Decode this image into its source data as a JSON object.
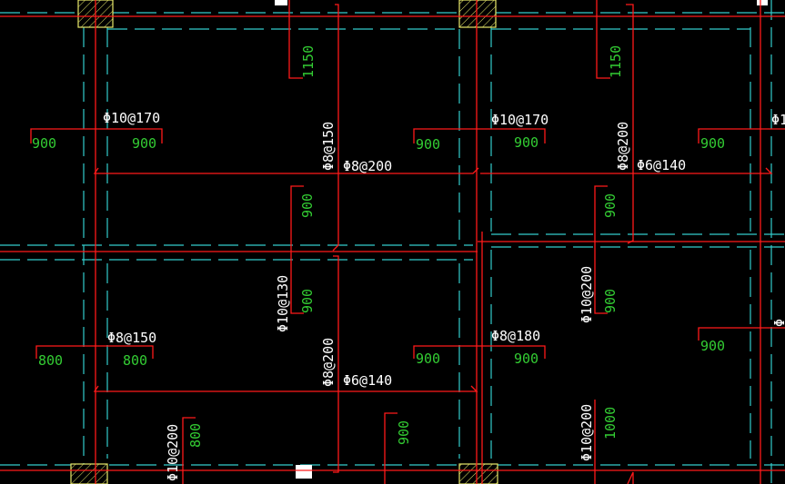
{
  "colors": {
    "background": "#000000",
    "rebar": "#ff1a1a",
    "axis": "#33cccc",
    "rebar_text": "#ffffff",
    "length_text": "#33cc33",
    "column": "#e8e86a"
  },
  "labels": {
    "rebar_top_left": "Φ10@170",
    "rebar_top_mid": "Φ10@170",
    "rebar_top_right_edge": "Φ1",
    "rebar_v1": "Φ8@150",
    "rebar_h1": "Φ8@200",
    "rebar_v2": "Φ8@200",
    "rebar_h2": "Φ6@140",
    "rebar_mid_left": "Φ8@150",
    "rebar_v_mid": "Φ10@130",
    "rebar_mid_center": "Φ8@180",
    "rebar_v_right_mid": "Φ10@200",
    "rebar_v_lower": "Φ8@200",
    "rebar_h_lower": "Φ6@140",
    "rebar_v_bottom_left": "Φ10@200",
    "rebar_v_bottom_right": "Φ10@200",
    "rebar_right_edge_mid": "Φ",
    "len_1150_a": "1150",
    "len_1150_b": "1150",
    "len_900_a": "900",
    "len_900_b": "900",
    "len_900_c": "900",
    "len_900_d": "900",
    "len_900_e": "900",
    "len_900_f": "900",
    "len_900_g": "900",
    "len_900_h": "900",
    "len_900_i": "900",
    "len_900_j": "900",
    "len_900_k": "900",
    "len_900_l": "900",
    "len_900_m": "900",
    "len_800_a": "800",
    "len_800_b": "800",
    "len_800_c": "800",
    "len_1000": "1000"
  }
}
